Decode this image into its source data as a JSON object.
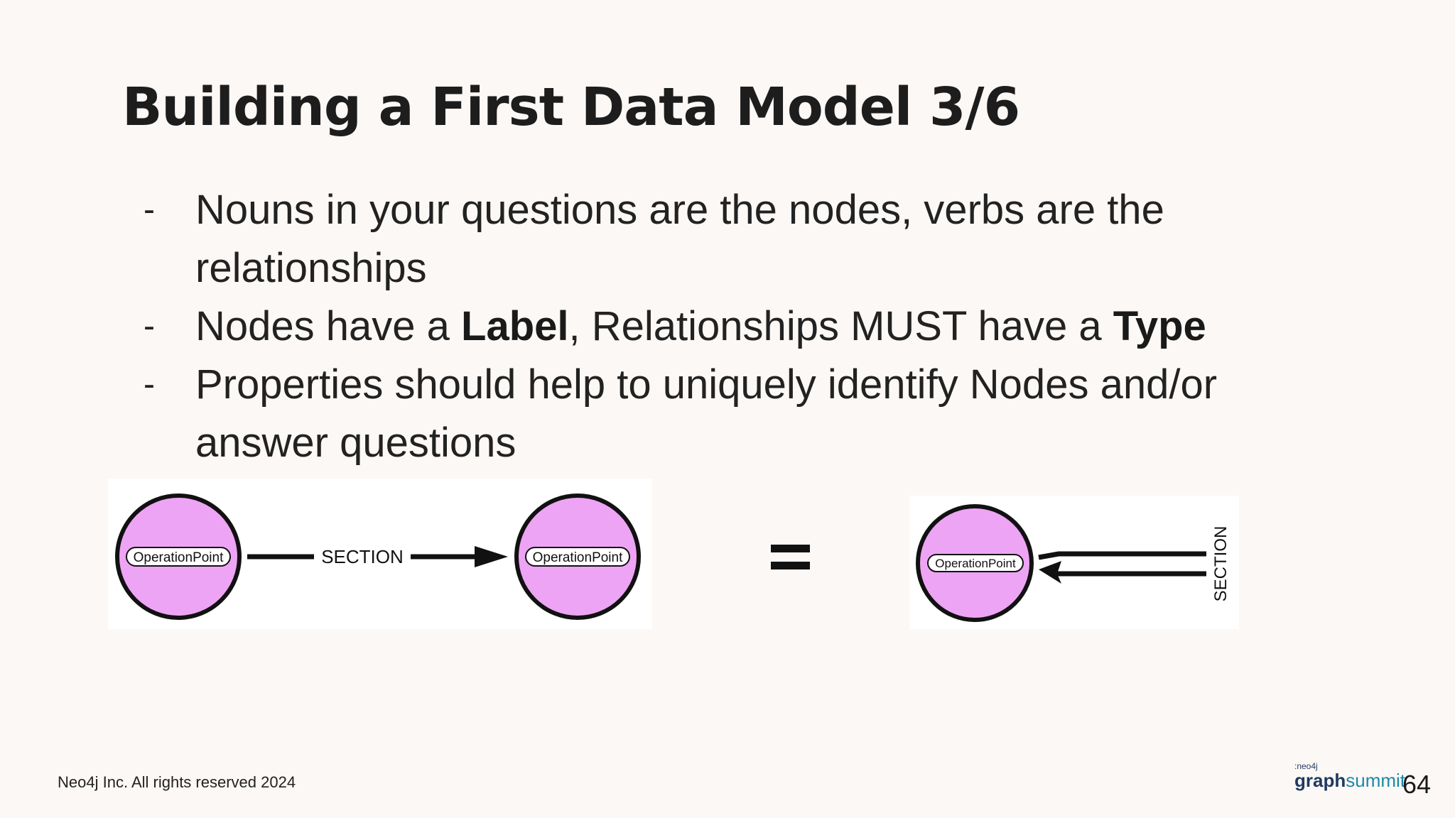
{
  "slide": {
    "title": "Building a First Data Model 3/6",
    "bullets": [
      {
        "dash": "-",
        "text": "Nouns in your questions are the nodes, verbs are the relationships"
      },
      {
        "dash": "-",
        "parts": [
          "Nodes have a ",
          "Label",
          ", Relationships MUST have a ",
          "Type"
        ]
      },
      {
        "dash": "-",
        "text": "Properties should help to uniquely identify Nodes and/or answer questions"
      }
    ],
    "diagram_left": {
      "source_node_label": "OperationPoint",
      "relationship_type": "SECTION",
      "target_node_label": "OperationPoint"
    },
    "diagram_right": {
      "node_label": "OperationPoint",
      "relationship_type": "SECTION"
    },
    "colors": {
      "node_fill": "#eea4f4",
      "node_stroke": "#111111",
      "background": "#fcf8f5",
      "logo_graph": "#1e3a5f",
      "logo_summit": "#1c8aa8"
    },
    "footer": "Neo4j Inc. All rights reserved 2024",
    "logo": {
      "small": ":neo4j",
      "graph": "graph",
      "summit": "summit"
    },
    "page_number": "64"
  }
}
